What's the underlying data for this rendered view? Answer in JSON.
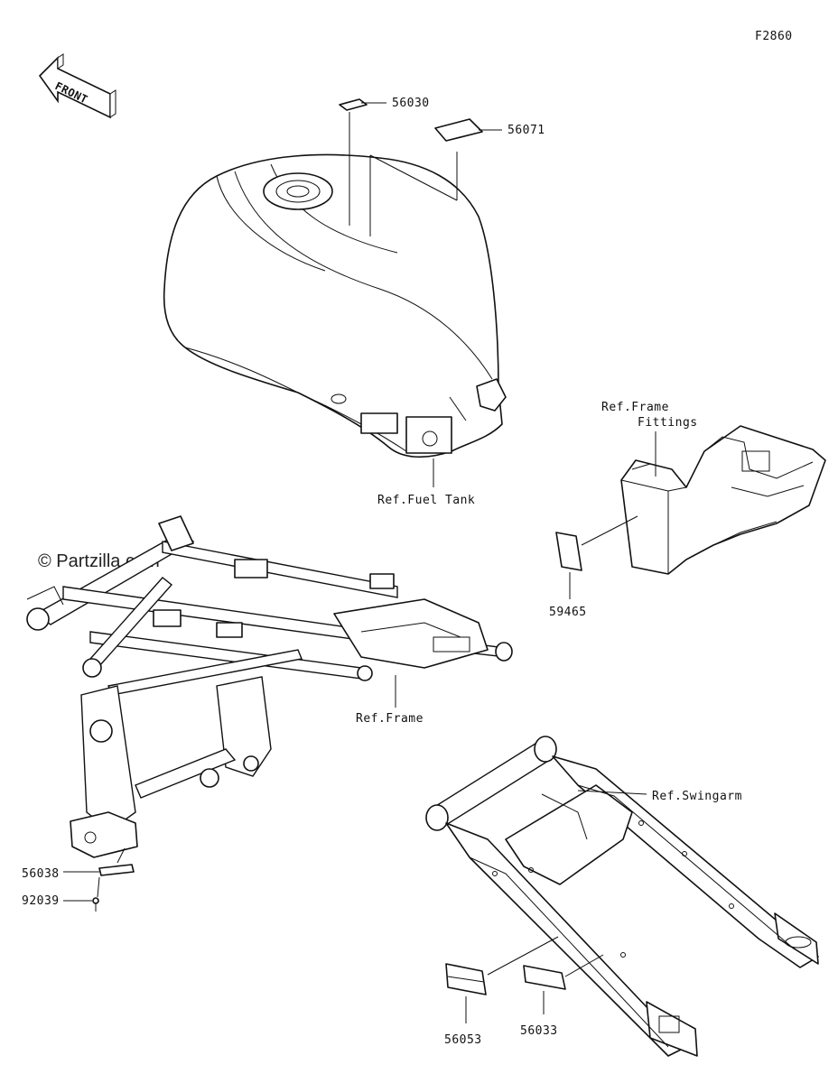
{
  "figure_code": "F2860",
  "watermark": "© Partzilla.com",
  "front_arrow": {
    "text": "FRONT",
    "icon": "front-arrow-icon"
  },
  "callouts": {
    "c56030": "56030",
    "c56071": "56071",
    "c59465": "59465",
    "c56038": "56038",
    "c92039": "92039",
    "c56053": "56053",
    "c56033": "56033"
  },
  "references": {
    "fuel_tank": "Ref.Fuel Tank",
    "frame_fittings_1": "Ref.Frame",
    "frame_fittings_2": "Fittings",
    "frame": "Ref.Frame",
    "swingarm": "Ref.Swingarm"
  }
}
